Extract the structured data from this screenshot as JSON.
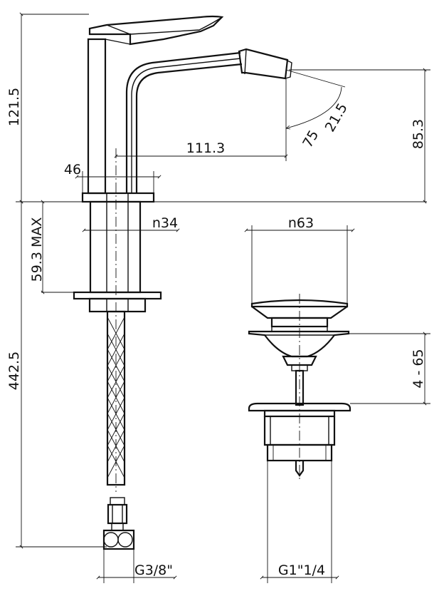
{
  "dimensions": {
    "total_height": "121.5",
    "spout_height": "85.3",
    "spout_reach": "111.3",
    "body_width": "46",
    "deck_thickness": "59.3 MAX",
    "hose_length": "442.5",
    "hole_diameter": "n34",
    "angle_1": "75",
    "angle_2": "21.5",
    "waste_diameter": "n63",
    "pop_up_travel": "4 - 65",
    "hose_thread": "G3/8\"",
    "waste_thread": "G1\"1/4"
  },
  "colors": {
    "ink": "#111111",
    "background": "#ffffff"
  }
}
